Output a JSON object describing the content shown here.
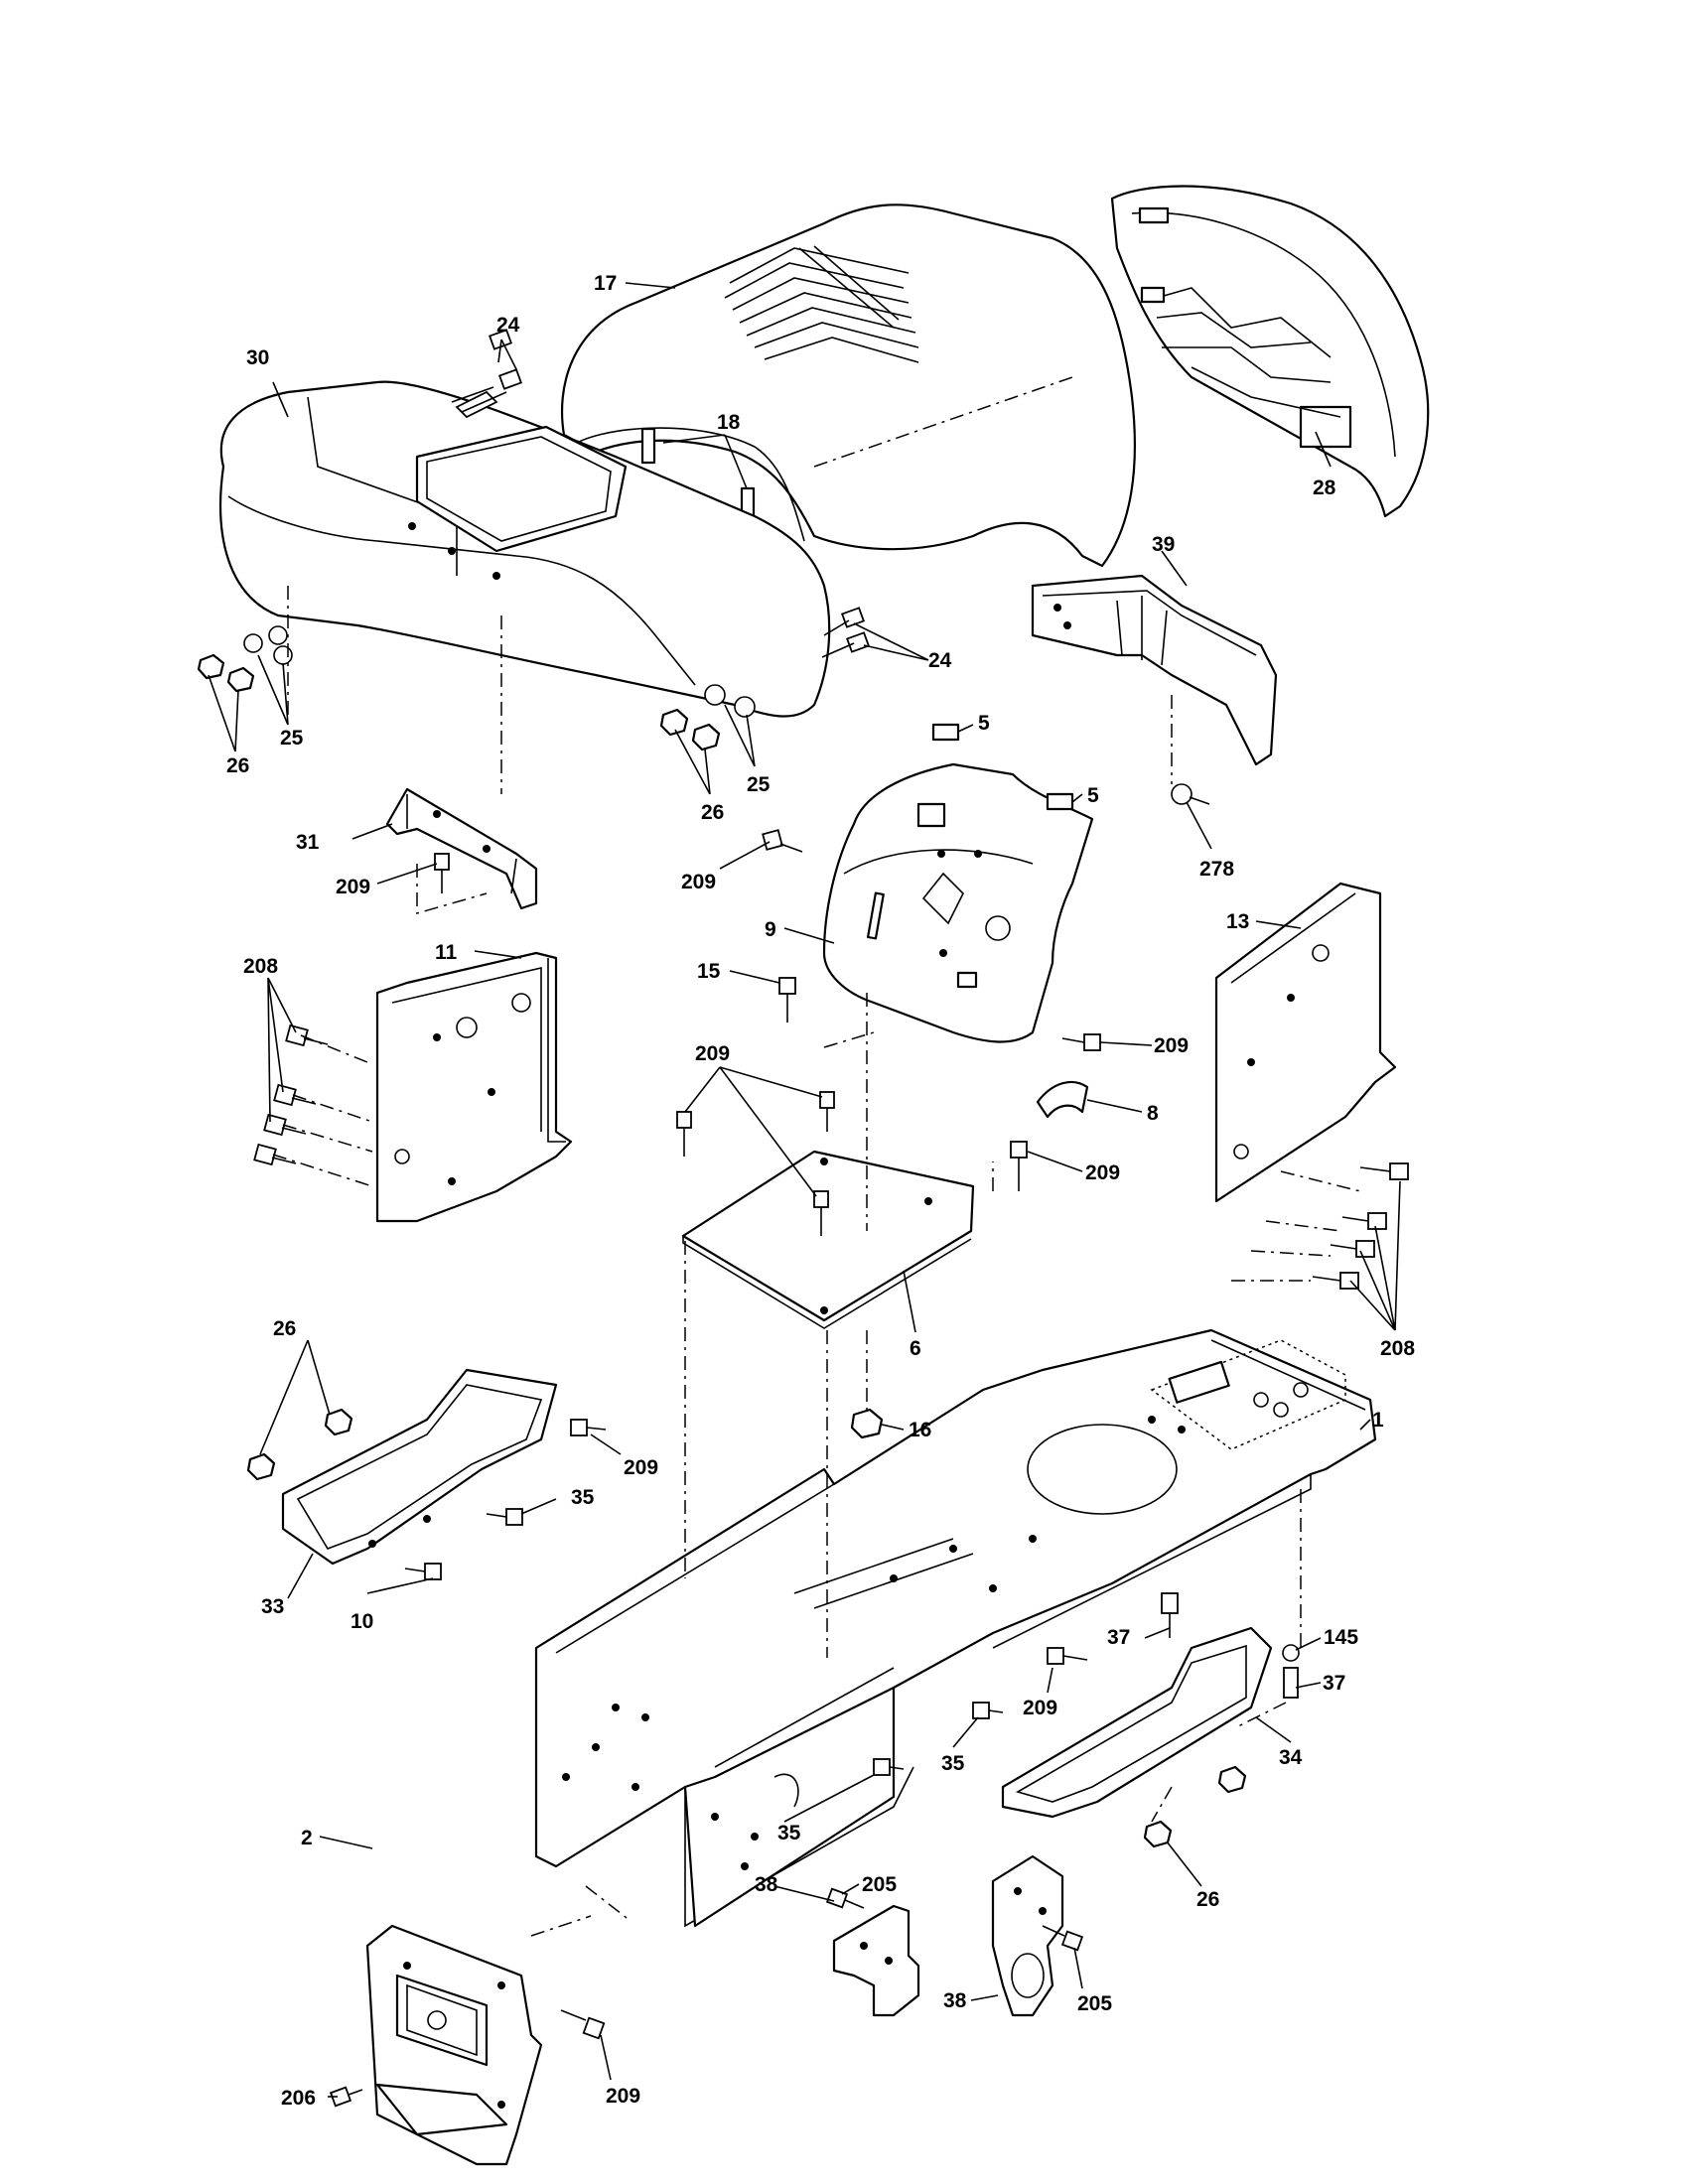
{
  "diagram": {
    "callouts": [
      {
        "id": "c17",
        "text": "17"
      },
      {
        "id": "c24a",
        "text": "24"
      },
      {
        "id": "c30",
        "text": "30"
      },
      {
        "id": "c18",
        "text": "18"
      },
      {
        "id": "c28",
        "text": "28"
      },
      {
        "id": "c39",
        "text": "39"
      },
      {
        "id": "c24b",
        "text": "24"
      },
      {
        "id": "c25a",
        "text": "25"
      },
      {
        "id": "c26a",
        "text": "26"
      },
      {
        "id": "c5a",
        "text": "5"
      },
      {
        "id": "c5b",
        "text": "5"
      },
      {
        "id": "c25b",
        "text": "25"
      },
      {
        "id": "c26b",
        "text": "26"
      },
      {
        "id": "c278",
        "text": "278"
      },
      {
        "id": "c31",
        "text": "31"
      },
      {
        "id": "c209a",
        "text": "209"
      },
      {
        "id": "c209b",
        "text": "209"
      },
      {
        "id": "c9",
        "text": "9"
      },
      {
        "id": "c13",
        "text": "13"
      },
      {
        "id": "c11",
        "text": "11"
      },
      {
        "id": "c208a",
        "text": "208"
      },
      {
        "id": "c15",
        "text": "15"
      },
      {
        "id": "c209c",
        "text": "209"
      },
      {
        "id": "c209d",
        "text": "209"
      },
      {
        "id": "c8",
        "text": "8"
      },
      {
        "id": "c209e",
        "text": "209"
      },
      {
        "id": "c6",
        "text": "6"
      },
      {
        "id": "c208b",
        "text": "208"
      },
      {
        "id": "c26c",
        "text": "26"
      },
      {
        "id": "c1",
        "text": "1"
      },
      {
        "id": "c16",
        "text": "16"
      },
      {
        "id": "c209f",
        "text": "209"
      },
      {
        "id": "c35a",
        "text": "35"
      },
      {
        "id": "c33",
        "text": "33"
      },
      {
        "id": "c10",
        "text": "10"
      },
      {
        "id": "c37a",
        "text": "37"
      },
      {
        "id": "c145",
        "text": "145"
      },
      {
        "id": "c37b",
        "text": "37"
      },
      {
        "id": "c209g",
        "text": "209"
      },
      {
        "id": "c34",
        "text": "34"
      },
      {
        "id": "c35b",
        "text": "35"
      },
      {
        "id": "c35c",
        "text": "35"
      },
      {
        "id": "c205a",
        "text": "205"
      },
      {
        "id": "c2",
        "text": "2"
      },
      {
        "id": "c38a",
        "text": "38"
      },
      {
        "id": "c26d",
        "text": "26"
      },
      {
        "id": "c206",
        "text": "206"
      },
      {
        "id": "c209h",
        "text": "209"
      },
      {
        "id": "c38b",
        "text": "38"
      },
      {
        "id": "c205b",
        "text": "205"
      }
    ]
  }
}
